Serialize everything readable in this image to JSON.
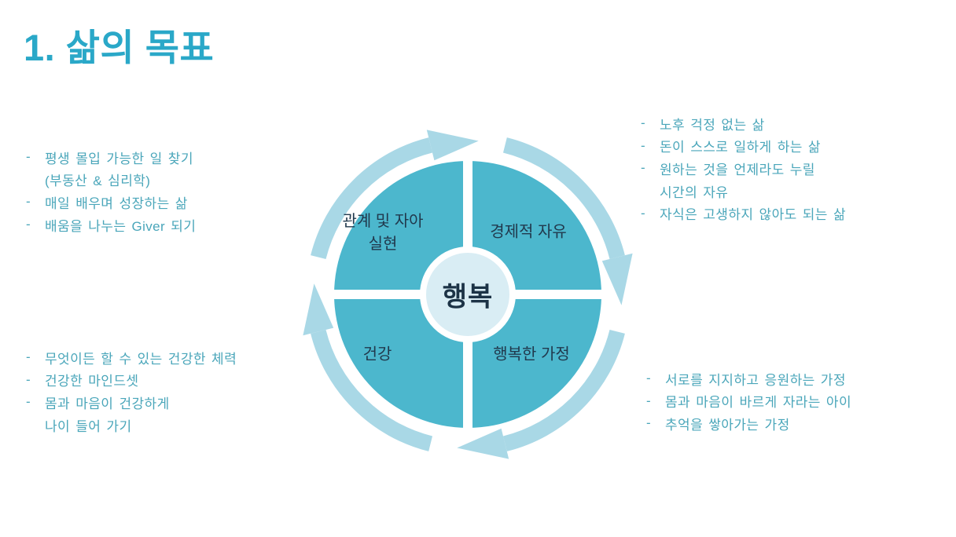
{
  "title": "1. 삶의 목표",
  "diagram": {
    "center_label": "행복",
    "quadrants": {
      "top_left_line1": "관계 및 자아",
      "top_left_line2": "실현",
      "top_right": "경제적 자유",
      "bottom_left": "건강",
      "bottom_right": "행복한 가정"
    }
  },
  "lists": {
    "top_left": {
      "lines": [
        {
          "marker": "-",
          "text": "평생 몰입 가능한 일 찾기"
        },
        {
          "marker": "",
          "text": "(부동산 & 심리학)"
        },
        {
          "marker": "-",
          "text": "매일 배우며 성장하는 삶"
        },
        {
          "marker": "-",
          "text": "배움을 나누는 Giver 되기"
        }
      ]
    },
    "top_right": {
      "lines": [
        {
          "marker": "-",
          "text": "노후 걱정 없는 삶"
        },
        {
          "marker": "-",
          "text": "돈이 스스로 일하게 하는 삶"
        },
        {
          "marker": "-",
          "text": "원하는 것을 언제라도 누릴"
        },
        {
          "marker": "",
          "text": "시간의 자유"
        },
        {
          "marker": "-",
          "text": "자식은 고생하지 않아도 되는 삶"
        }
      ]
    },
    "bottom_left": {
      "lines": [
        {
          "marker": "-",
          "text": "무엇이든 할 수 있는 건강한 체력"
        },
        {
          "marker": "-",
          "text": "건강한 마인드셋"
        },
        {
          "marker": "-",
          "text": "몸과 마음이 건강하게"
        },
        {
          "marker": "",
          "text": "나이 들어 가기"
        }
      ]
    },
    "bottom_right": {
      "lines": [
        {
          "marker": "-",
          "text": "서로를 지지하고 응원하는 가정"
        },
        {
          "marker": "-",
          "text": "몸과 마음이 바르게 자라는 아이"
        },
        {
          "marker": "-",
          "text": "추억을 쌓아가는 가정"
        }
      ]
    }
  },
  "colors": {
    "accent_title": "#2aa8c8",
    "quadrant_fill": "#4cb7cd",
    "ring_fill": "#a9d8e6",
    "center_circle_fill": "#d9edf4",
    "diagram_label_text": "#21394d",
    "list_text": "#4aa6ba"
  }
}
